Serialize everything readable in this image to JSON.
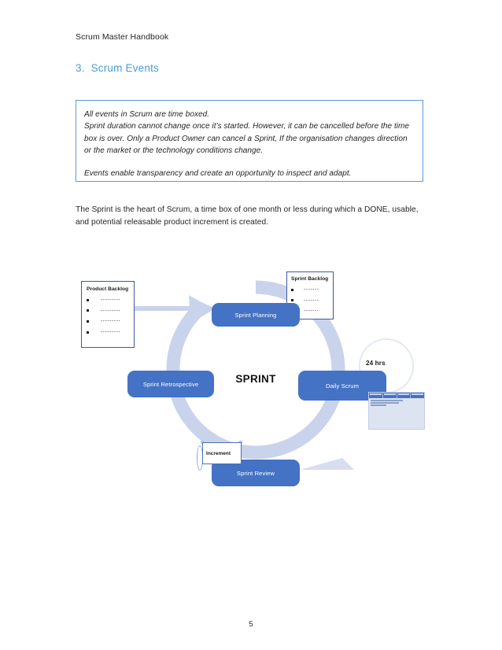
{
  "document": {
    "header": "Scrum Master Handbook",
    "page_number": "5",
    "heading_number": "3.",
    "heading_text": "Scrum Events"
  },
  "callout": {
    "line1": "All events in Scrum are time boxed.",
    "line2": "Sprint duration cannot change once it’s started. However, it can be cancelled before the time box is over. Only a Product Owner can cancel a Sprint, If the organisation changes direction or the market or the technology conditions change.",
    "line3": "Events enable transparency and create an opportunity to inspect and adapt."
  },
  "body": {
    "paragraph": "The Sprint is the heart of Scrum, a time box of one month or less during which a DONE, usable, and potential releasable product increment is created."
  },
  "diagram": {
    "center_label": "SPRINT",
    "timebox_label": "24 hrs",
    "increment_label": "Increment",
    "product_backlog": {
      "title": "Product Backlog",
      "items": [
        "---------",
        "---------",
        "---------",
        "---------"
      ]
    },
    "sprint_backlog": {
      "title": "Sprint Backlog",
      "items": [
        "-------",
        "-------",
        "-------"
      ]
    },
    "events": {
      "planning": "Sprint Planning",
      "daily": "Daily Scrum",
      "review": "Sprint Review",
      "retrospective": "Sprint Retrospective"
    },
    "colors": {
      "event_box": "#4472C4",
      "ring": "#C9D3EC",
      "heading": "#4A9BD5",
      "callout_border": "#5B9BD5"
    }
  }
}
